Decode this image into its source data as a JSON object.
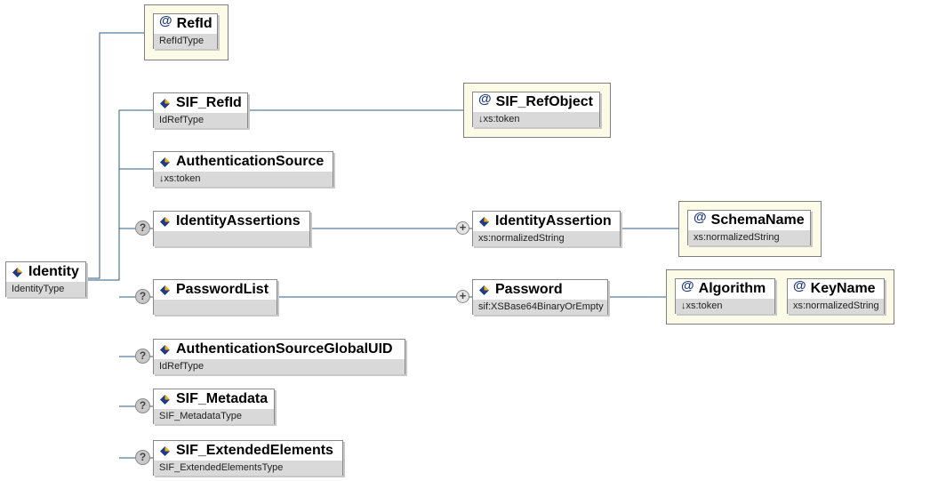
{
  "diagram": {
    "colors": {
      "line": "#2f5d80",
      "type_bar": "#d9d9d9",
      "attribute_group_bg": "#fbfbe8"
    },
    "root": {
      "name": "Identity",
      "type": "IdentityType"
    },
    "attributes": {
      "refid": {
        "name": "RefId",
        "type": "RefIdType"
      },
      "sif_refobject": {
        "name": "SIF_RefObject",
        "type": "↓xs:token"
      },
      "schemaname": {
        "name": "SchemaName",
        "type": "xs:normalizedString"
      },
      "algorithm": {
        "name": "Algorithm",
        "type": "↓xs:token"
      },
      "keyname": {
        "name": "KeyName",
        "type": "xs:normalizedString"
      }
    },
    "elements": {
      "sif_refid": {
        "name": "SIF_RefId",
        "type": "IdRefType"
      },
      "authenticationsource": {
        "name": "AuthenticationSource",
        "type": "↓xs:token"
      },
      "identityassertions": {
        "name": "IdentityAssertions",
        "type": ""
      },
      "identityassertion": {
        "name": "IdentityAssertion",
        "type": "xs:normalizedString"
      },
      "passwordlist": {
        "name": "PasswordList",
        "type": ""
      },
      "password": {
        "name": "Password",
        "type": "sif:XSBase64BinaryOrEmpty"
      },
      "authenticationsourceglobaluid": {
        "name": "AuthenticationSourceGlobalUID",
        "type": "IdRefType"
      },
      "sif_metadata": {
        "name": "SIF_Metadata",
        "type": "SIF_MetadataType"
      },
      "sif_extendedelements": {
        "name": "SIF_ExtendedElements",
        "type": "SIF_ExtendedElementsType"
      }
    },
    "icons": {
      "attribute": "@",
      "optional": "?",
      "repeating": "+"
    }
  }
}
